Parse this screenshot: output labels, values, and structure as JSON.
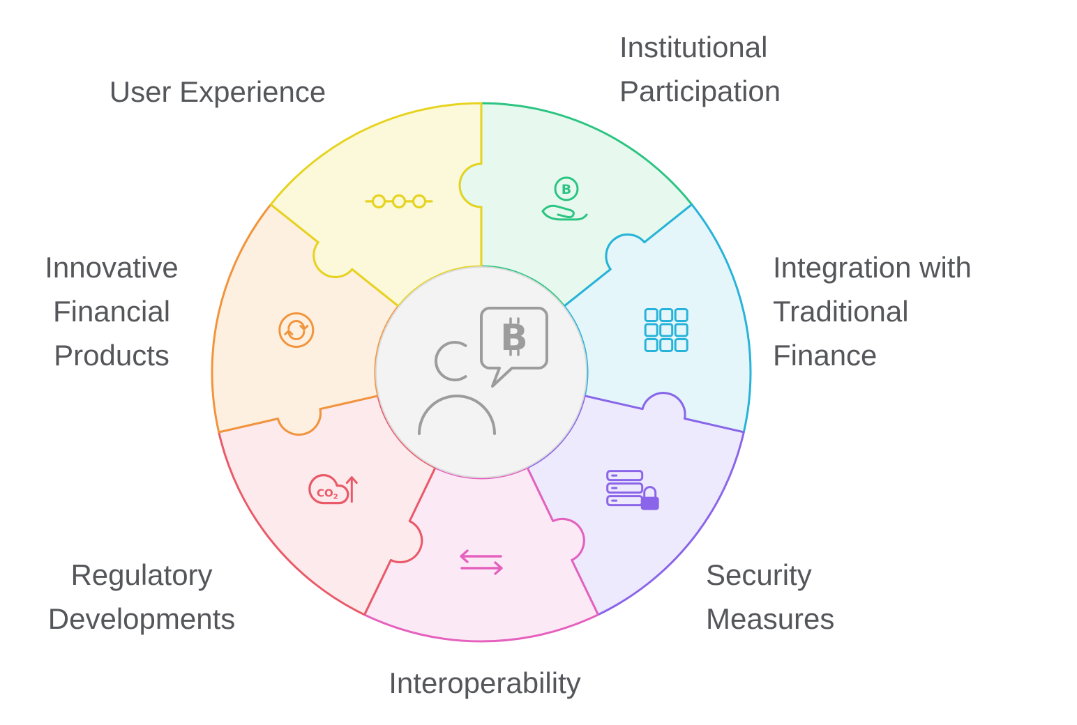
{
  "wheel": {
    "center": {
      "icon": "bitcoin-discussion",
      "bitcoin_symbol": "B",
      "background_color": "#f3f3f4",
      "stroke_color": "#9c9c9c"
    },
    "label_color": "#55565a",
    "segments": [
      {
        "label": "Institutional\nParticipation",
        "icon": "hand-coin",
        "color": "#2bc481",
        "fill": "#e7f9ef"
      },
      {
        "label": "Integration with\nTraditional\nFinance",
        "icon": "blocks-grid",
        "color": "#27b3d9",
        "fill": "#e5f6fb"
      },
      {
        "label": "Security\nMeasures",
        "icon": "server-lock",
        "color": "#8a65e9",
        "fill": "#eeeafd"
      },
      {
        "label": "Interoperability",
        "icon": "swap-arrows",
        "color": "#e561bd",
        "fill": "#fbeaf6"
      },
      {
        "label": "Regulatory\nDevelopments",
        "icon": "co2-cloud",
        "color": "#e95968",
        "fill": "#fdeaec"
      },
      {
        "label": "Innovative\nFinancial\nProducts",
        "icon": "refresh-cycle",
        "color": "#f1943c",
        "fill": "#fdf0e0"
      },
      {
        "label": "User Experience",
        "icon": "ellipsis-dots",
        "color": "#e6d31f",
        "fill": "#fcf9da"
      }
    ],
    "icon_texts": {
      "coin_letter": "B",
      "co2": "CO",
      "co2_sub": "2"
    }
  }
}
